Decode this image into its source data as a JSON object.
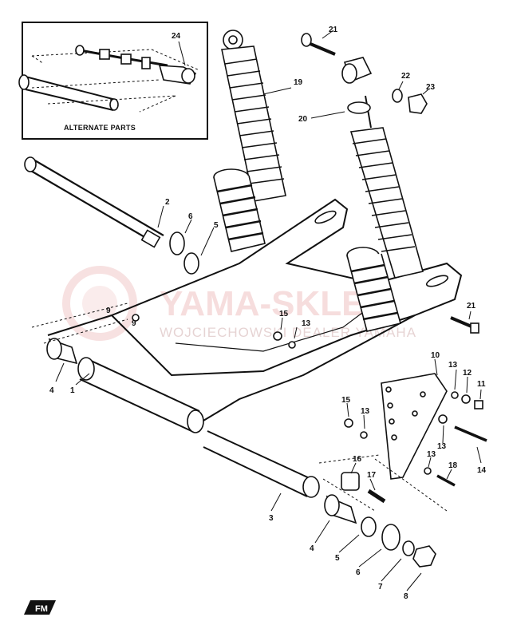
{
  "inset": {
    "caption": "ALTERNATE PARTS"
  },
  "watermark": {
    "brand": "YAMA-SKLEP",
    "subtitle": "WOJCIECHOWSKI DEALER YAMAHA"
  },
  "callouts": {
    "c1": "1",
    "c2": "2",
    "c3": "3",
    "c4a": "4",
    "c4b": "4",
    "c5a": "5",
    "c5b": "5",
    "c6a": "6",
    "c6b": "6",
    "c7": "7",
    "c8": "8",
    "c9a": "9",
    "c9b": "9",
    "c10": "10",
    "c11": "11",
    "c12": "12",
    "c13a": "13",
    "c13b": "13",
    "c13c": "13",
    "c13d": "13",
    "c13e": "13",
    "c14": "14",
    "c15a": "15",
    "c15b": "15",
    "c16": "16",
    "c17": "17",
    "c18": "18",
    "c19": "19",
    "c20": "20",
    "c21a": "21",
    "c21b": "21",
    "c22": "22",
    "c23": "23",
    "c24": "24"
  },
  "corner_mark": "FM"
}
